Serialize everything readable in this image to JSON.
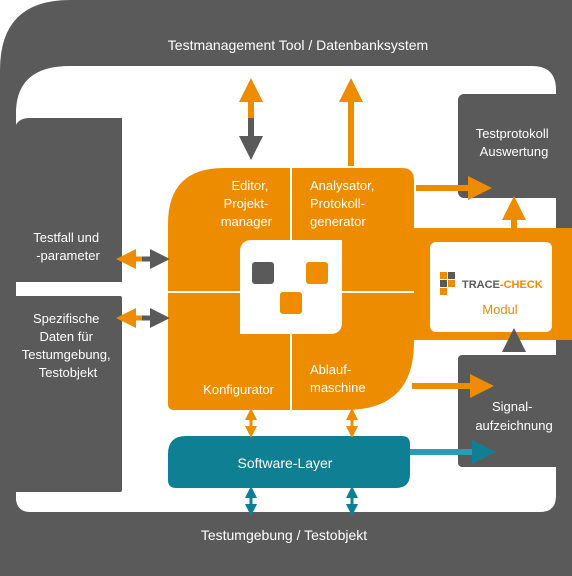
{
  "top_bar": {
    "label": "Testmanagement Tool / Datenbanksystem"
  },
  "bottom_bar": {
    "label": "Testumgebung / Testobjekt"
  },
  "left_boxes": {
    "testfall": [
      "Testfall und",
      "-parameter"
    ],
    "spezifische": [
      "Spezifische",
      "Daten für",
      "Testumgebung,",
      "Testobjekt"
    ]
  },
  "right_boxes": {
    "testprotokoll": [
      "Testprotokoll",
      "Auswertung"
    ],
    "signal": [
      "Signal-",
      "aufzeichnung"
    ]
  },
  "core": {
    "editor": [
      "Editor,",
      "Projekt-",
      "manager"
    ],
    "analysator": [
      "Analysator,",
      "Protokoll-",
      "generator"
    ],
    "konfigurator": [
      "Konfigurator"
    ],
    "ablauf": [
      "Ablauf-",
      "maschine"
    ]
  },
  "module": {
    "brand_left": "TRACE",
    "brand_sep": "-",
    "brand_right": "CHECK",
    "label": "Modul"
  },
  "software_layer": {
    "label": "Software-Layer"
  },
  "colors": {
    "orange": "#ee8c00",
    "dark_grey": "#5a5a5a",
    "teal": "#0f7f93",
    "light_teal": "#2a9cb4",
    "white": "#ffffff"
  },
  "icons": [
    "core-logo-icon",
    "trace-check-logo-icon"
  ]
}
